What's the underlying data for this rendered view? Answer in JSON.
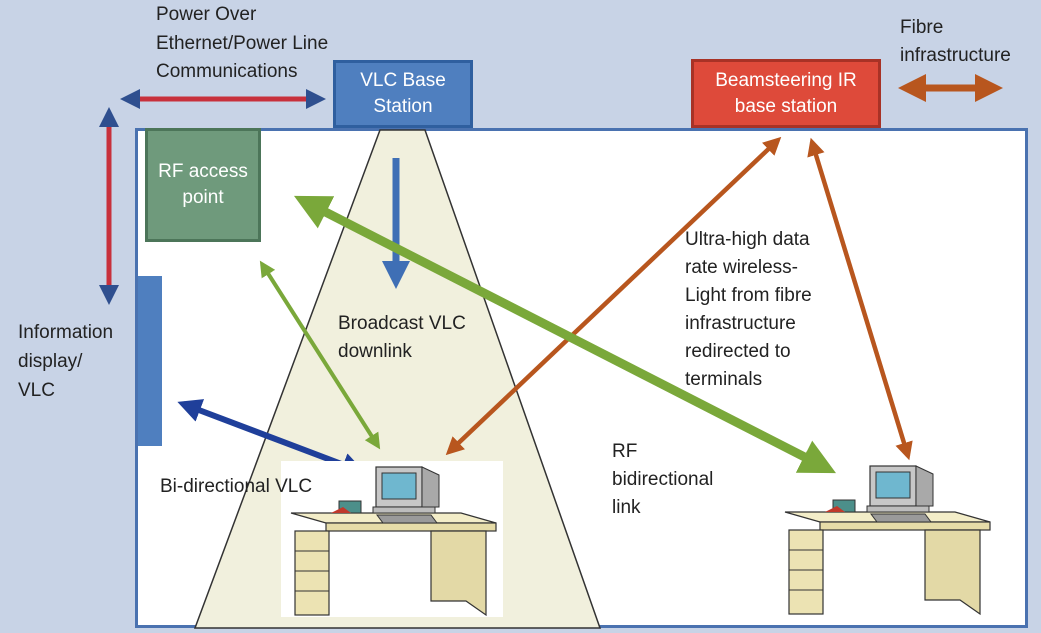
{
  "labels": {
    "poe": "Power Over\nEthernet/Power Line\nCommunications",
    "vlc_base_station": "VLC Base\nStation",
    "beamsteering_ir": "Beamsteering IR\nbase station",
    "fibre_infrastructure": "Fibre\ninfrastructure",
    "rf_access_point": "RF access\npoint",
    "information_display": "Information\ndisplay/\nVLC",
    "broadcast_vlc": "Broadcast VLC\ndownlink",
    "ultra_high": "Ultra-high data\nrate wireless-\nLight from fibre\ninfrastructure\nredirected to\nterminals",
    "rf_bidirectional": "RF\nbidirectional\nlink",
    "bi_directional_vlc": "Bi-directional VLC"
  },
  "icons": [
    "computer-desk-icon",
    "arrow-icon"
  ],
  "colors": {
    "background": "#c8d3e6",
    "room_border": "#4a72b0",
    "vlc_box": "#4f7fbf",
    "ir_box": "#de4a3a",
    "rf_box": "#6f9a7c",
    "red_arrow": "#c8303c",
    "blue_arrow": "#3f6fb5",
    "brown_arrow": "#b8561e",
    "green_arrow": "#7aa83a",
    "navy_arrow": "#1f3f9a"
  }
}
